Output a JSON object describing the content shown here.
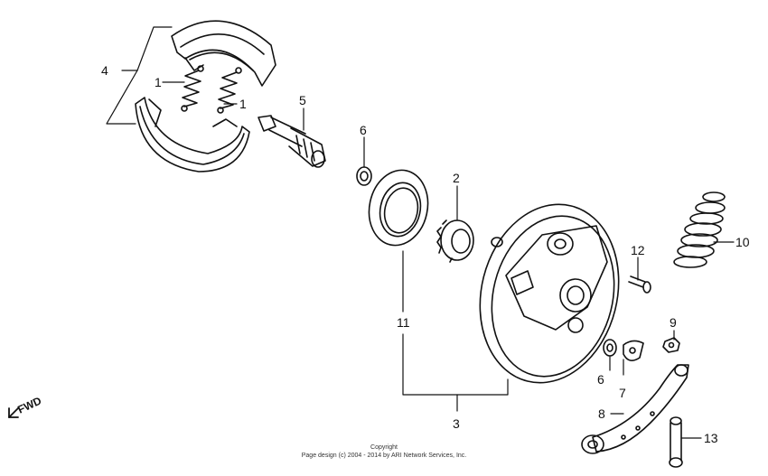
{
  "diagram": {
    "labels": {
      "l1a": "1",
      "l1b": "1",
      "l2": "2",
      "l3": "3",
      "l4": "4",
      "l5": "5",
      "l6a": "6",
      "l6b": "6",
      "l7": "7",
      "l8": "8",
      "l9": "9",
      "l10": "10",
      "l11": "11",
      "l12": "12",
      "l13": "13"
    },
    "fwd_label": "FWD"
  },
  "footer": {
    "line1": "Copyright",
    "line2": "Page design (c) 2004 - 2014 by ARI Network Services, Inc."
  }
}
